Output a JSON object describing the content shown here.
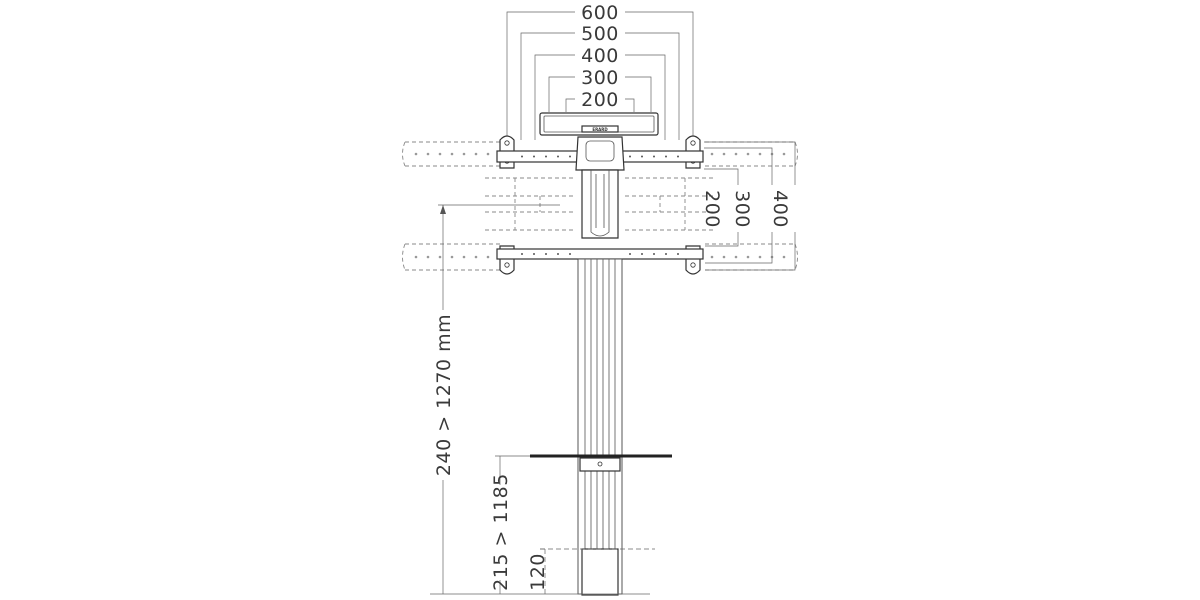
{
  "dimensions": {
    "horizontal_vesa": [
      "600",
      "500",
      "400",
      "300",
      "200"
    ],
    "vertical_vesa": [
      "200",
      "300",
      "400"
    ],
    "height_range": "240 > 1270 mm",
    "shelf_range": "215 > 1185",
    "base_height": "120"
  },
  "brand_label": "ERARD",
  "colors": {
    "line": "#333333",
    "dimension": "#666666",
    "dashed": "#888888",
    "text": "#3a3a3a"
  }
}
